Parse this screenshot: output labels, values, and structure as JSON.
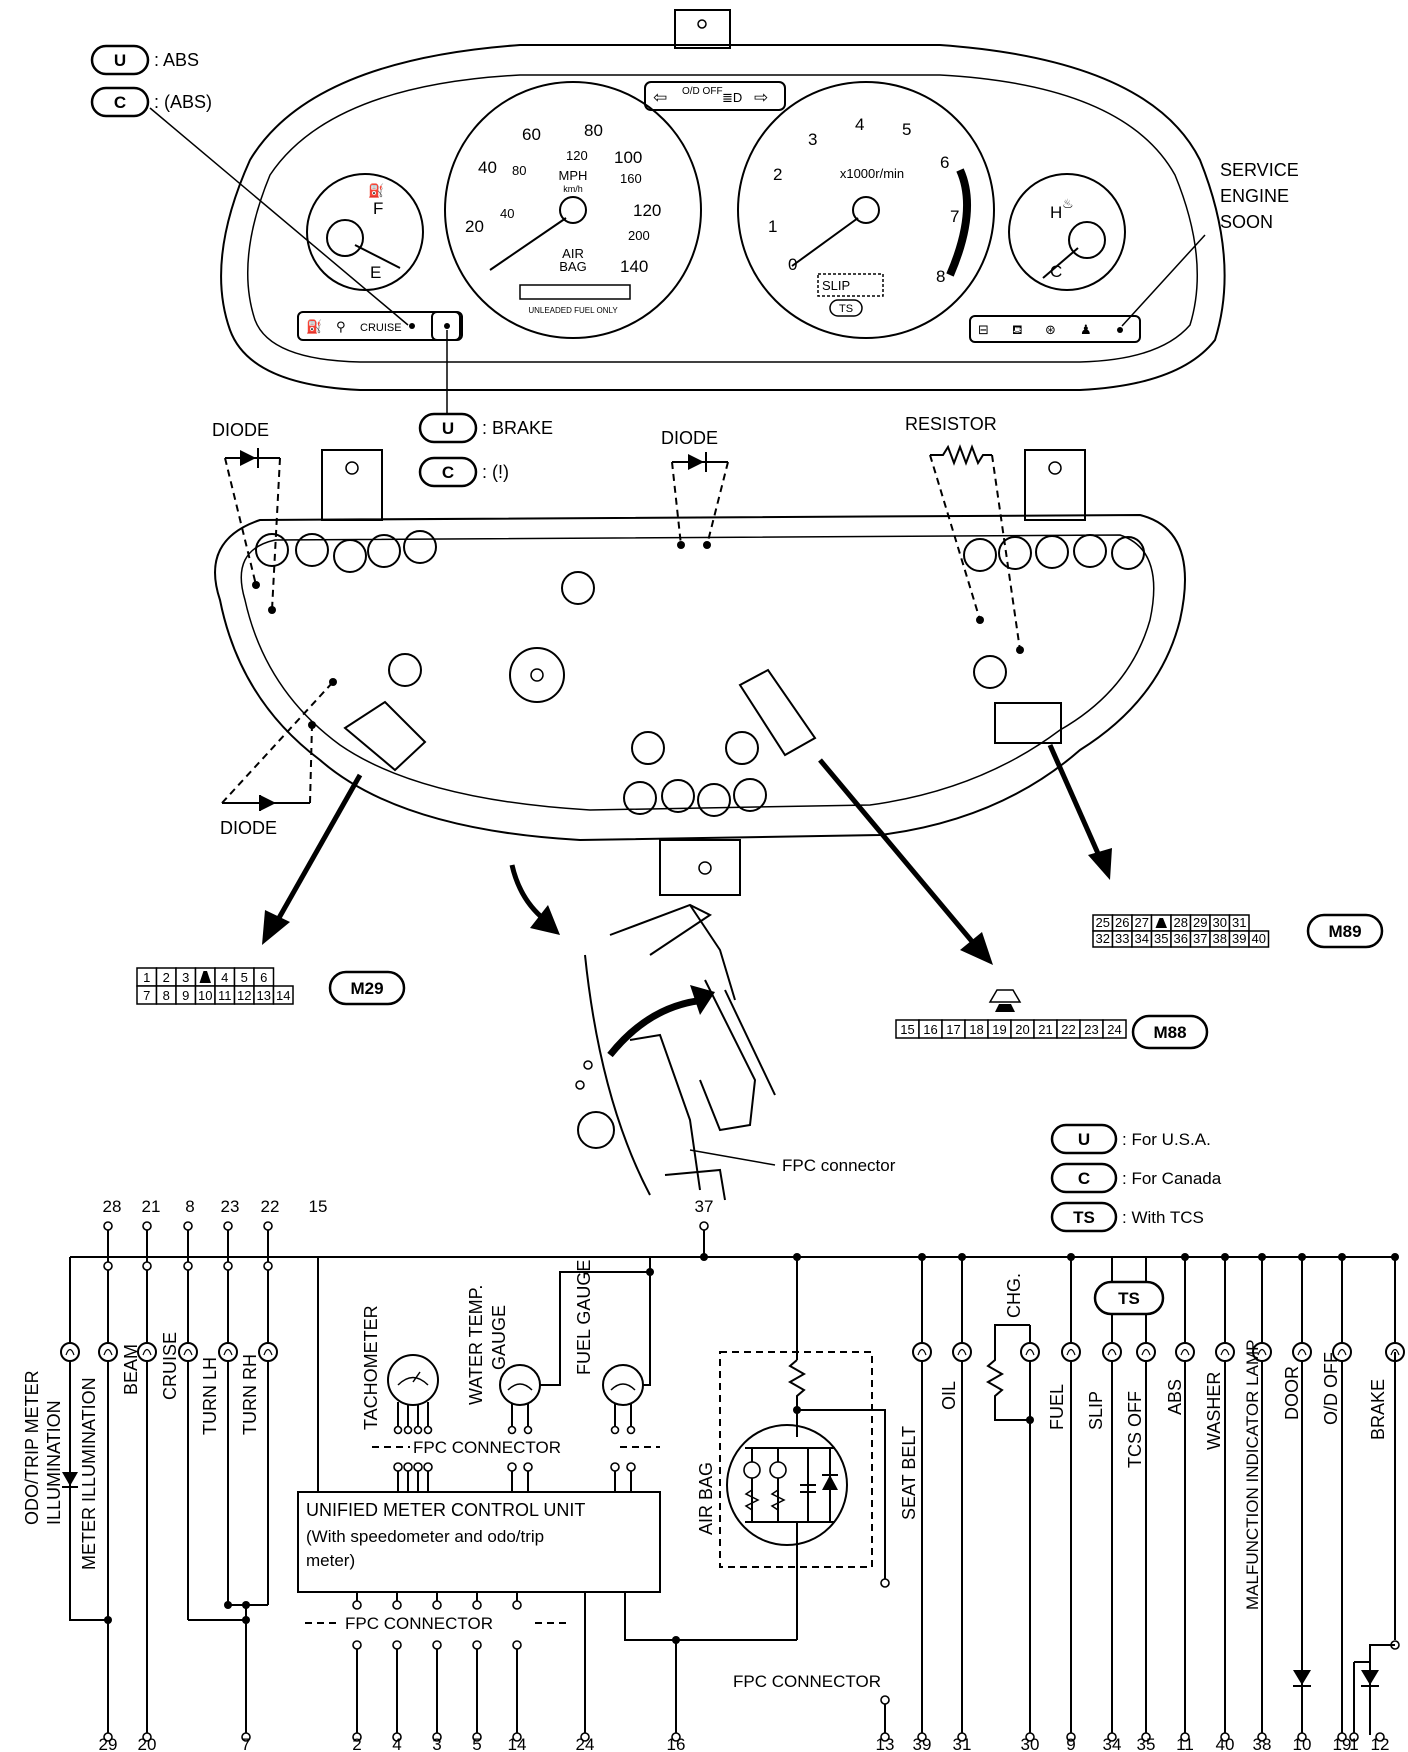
{
  "legend_top": [
    {
      "code": "U",
      "text": ": ABS"
    },
    {
      "code": "C",
      "text": ": (ABS)"
    }
  ],
  "speedometer": {
    "mph_ticks": [
      "20",
      "40",
      "60",
      "80",
      "100",
      "120",
      "140"
    ],
    "kmh_ticks": [
      "40",
      "80",
      "120",
      "160",
      "200"
    ],
    "unit_mph": "MPH",
    "unit_kmh": "km/h",
    "air_bag_line1": "AIR",
    "air_bag_line2": "BAG",
    "fuel_note": "UNLEADED FUEL ONLY"
  },
  "tachometer": {
    "ticks": [
      "1",
      "2",
      "3",
      "4",
      "5",
      "6",
      "7",
      "8"
    ],
    "zero": "0",
    "unit": "x1000r/min",
    "slip": "SLIP",
    "ts": "TS"
  },
  "fuel_gauge": {
    "full": "F",
    "empty": "E"
  },
  "temp_gauge": {
    "hot": "H",
    "cold": "C"
  },
  "warning_row_left": {
    "cruise": "CRUISE"
  },
  "od_off_label": "O/D OFF",
  "service_engine_soon": [
    "SERVICE",
    "ENGINE",
    "SOON"
  ],
  "brake_legend": [
    {
      "code": "U",
      "text": ": BRAKE"
    },
    {
      "code": "C",
      "text": ": (!)"
    }
  ],
  "callouts": {
    "diode_left_top": "DIODE",
    "diode_center": "DIODE",
    "resistor": "RESISTOR",
    "diode_left_bottom": "DIODE",
    "fpc_connector_detail": "FPC connector"
  },
  "connectors": {
    "m29": {
      "id": "M29",
      "row1": [
        "1",
        "2",
        "3",
        "",
        "4",
        "5",
        "6"
      ],
      "row2": [
        "7",
        "8",
        "9",
        "10",
        "11",
        "12",
        "13",
        "14"
      ]
    },
    "m89": {
      "id": "M89",
      "row1": [
        "25",
        "26",
        "27",
        "",
        "28",
        "29",
        "30",
        "31"
      ],
      "row2": [
        "32",
        "33",
        "34",
        "35",
        "36",
        "37",
        "38",
        "39",
        "40"
      ]
    },
    "m88": {
      "id": "M88",
      "row1": [
        "15",
        "16",
        "17",
        "18",
        "19",
        "20",
        "21",
        "22",
        "23",
        "24"
      ]
    }
  },
  "legend_bottom": [
    {
      "code": "U",
      "text": ": For U.S.A."
    },
    {
      "code": "C",
      "text": ": For Canada"
    },
    {
      "code": "TS",
      "text": ": With TCS"
    }
  ],
  "schematic": {
    "top_pins": [
      "28",
      "21",
      "8",
      "23",
      "22",
      "15",
      "37"
    ],
    "components": [
      "ODO/TRIP METER ILLUMINATION",
      "METER ILLUMINATION",
      "BEAM",
      "CRUISE",
      "TURN LH",
      "TURN RH",
      "TACHOMETER",
      "WATER TEMP. GAUGE",
      "FUEL GAUGE",
      "AIR BAG",
      "SEAT BELT",
      "OIL",
      "CHG.",
      "FUEL",
      "SLIP",
      "TCS OFF",
      "ABS",
      "WASHER",
      "MALFUNCTION INDICATOR LAMP",
      "DOOR",
      "O/D OFF",
      "BRAKE"
    ],
    "ts_badge": "TS",
    "fpc_connector_top": "FPC CONNECTOR",
    "unit_title": "UNIFIED METER CONTROL UNIT",
    "unit_sub1": "(With speedometer and odo/trip",
    "unit_sub2": "meter)",
    "fpc_connector_bottom": "FPC CONNECTOR",
    "fpc_connector_right": "FPC CONNECTOR",
    "bottom_pins": [
      "29",
      "20",
      "7",
      "2",
      "4",
      "3",
      "5",
      "14",
      "24",
      "16",
      "13",
      "39",
      "31",
      "30",
      "9",
      "34",
      "35",
      "11",
      "40",
      "38",
      "10",
      "19",
      "1",
      "12"
    ]
  }
}
